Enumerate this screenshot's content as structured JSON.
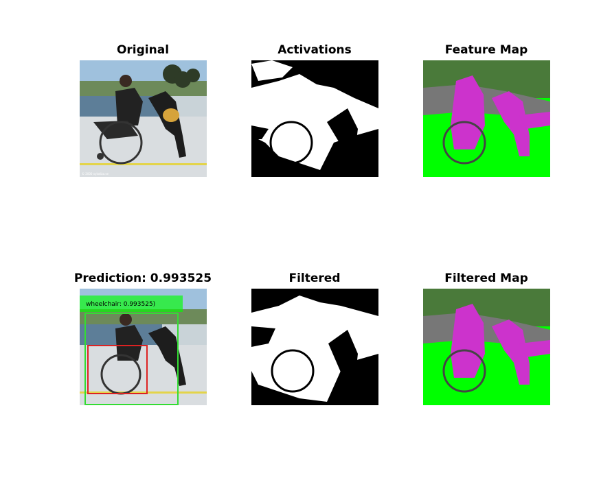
{
  "panels": [
    {
      "id": "original",
      "title": "Original"
    },
    {
      "id": "activations",
      "title": "Activations"
    },
    {
      "id": "feature_map",
      "title": "Feature Map"
    },
    {
      "id": "prediction",
      "title": "Prediction: 0.993525",
      "detection_label": "wheelchair: 0.993525)"
    },
    {
      "id": "filtered",
      "title": "Filtered"
    },
    {
      "id": "filtered_map",
      "title": "Filtered Map"
    }
  ],
  "watermark": "© 2000 xylodizo.se",
  "colors": {
    "map_green": "#00ff00",
    "map_magenta": "#cc33cc",
    "box_green": "#33dd33",
    "box_red": "#dd2222"
  }
}
